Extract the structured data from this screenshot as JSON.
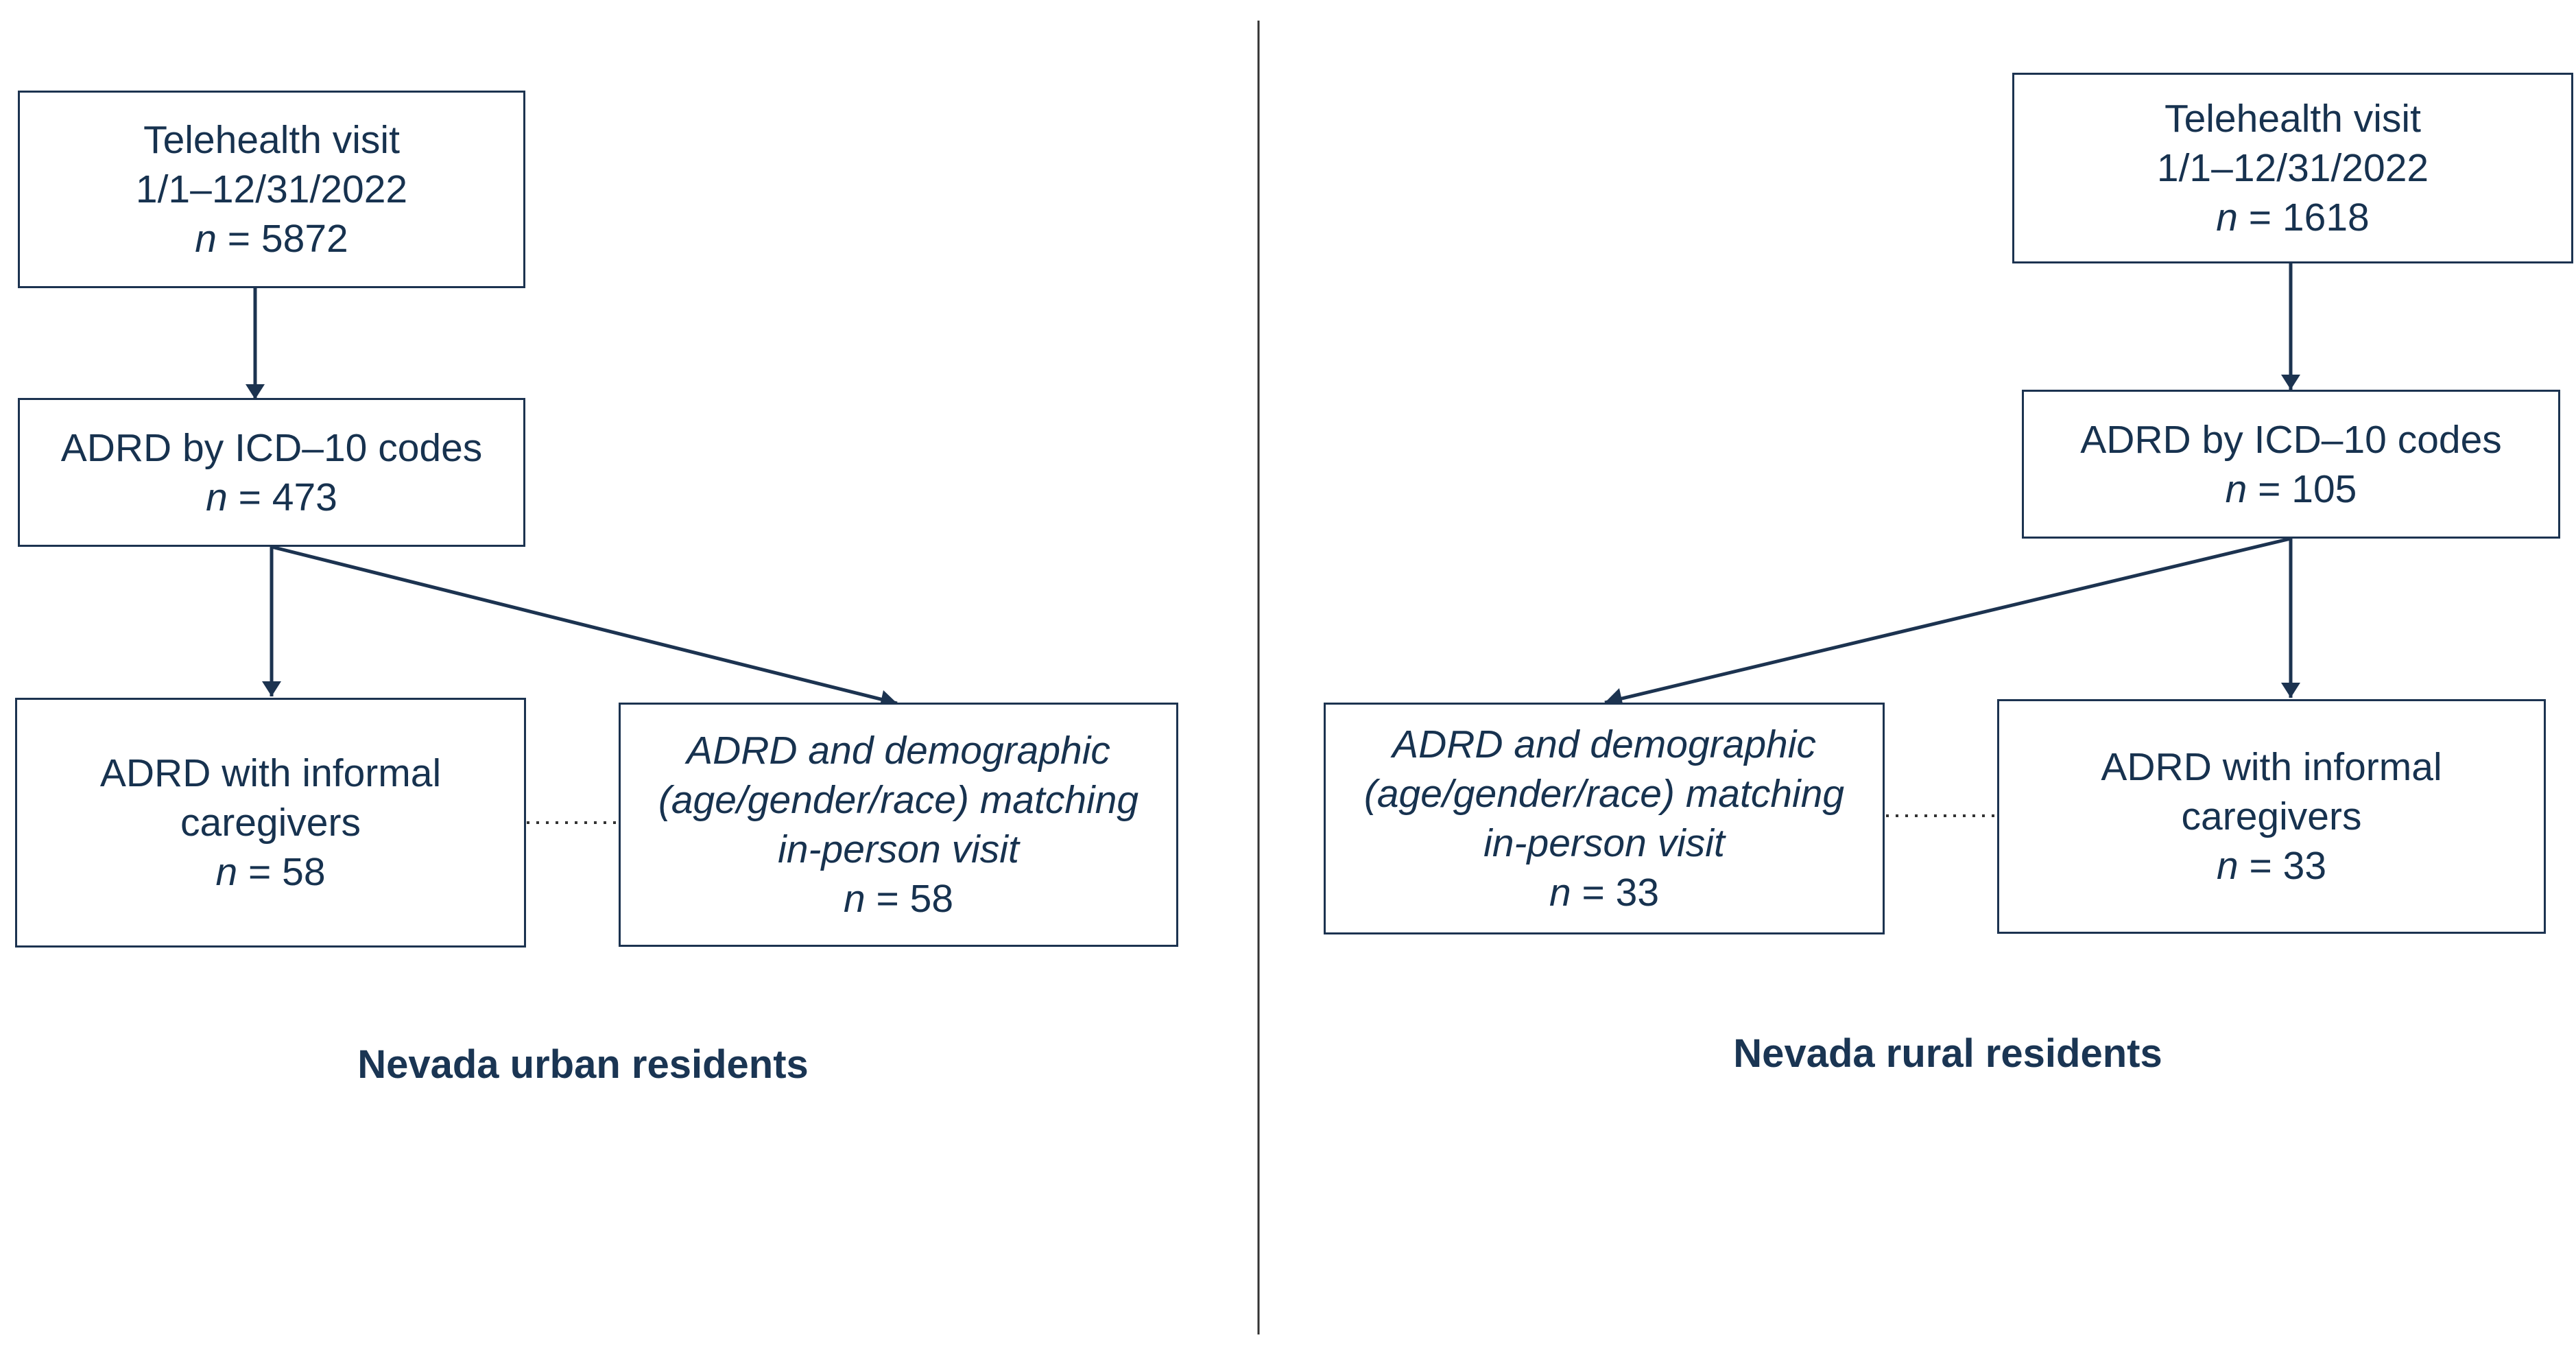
{
  "urban": {
    "caption": "Nevada urban residents",
    "telehealth": {
      "title": "Telehealth visit",
      "dates": "1/1–12/31/2022",
      "n_label": "n",
      "n_value": " = 5872"
    },
    "adrd": {
      "title": "ADRD by ICD–10 codes",
      "n_label": "n",
      "n_value": " = 473"
    },
    "caregivers": {
      "line1": "ADRD with informal",
      "line2": "caregivers",
      "n_label": "n",
      "n_value": " = 58"
    },
    "matching": {
      "line1": "ADRD and demographic",
      "line2": "(age/gender/race) matching",
      "line3": "in-person visit",
      "n_label": "n",
      "n_value": " = 58"
    }
  },
  "rural": {
    "caption": "Nevada rural residents",
    "telehealth": {
      "title": "Telehealth visit",
      "dates": "1/1–12/31/2022",
      "n_label": "n",
      "n_value": " = 1618"
    },
    "adrd": {
      "title": "ADRD by ICD–10 codes",
      "n_label": "n",
      "n_value": " = 105"
    },
    "caregivers": {
      "line1": "ADRD with informal",
      "line2": "caregivers",
      "n_label": "n",
      "n_value": " = 33"
    },
    "matching": {
      "line1": "ADRD and demographic",
      "line2": "(age/gender/race) matching",
      "line3": "in-person visit",
      "n_label": "n",
      "n_value": " = 33"
    }
  }
}
